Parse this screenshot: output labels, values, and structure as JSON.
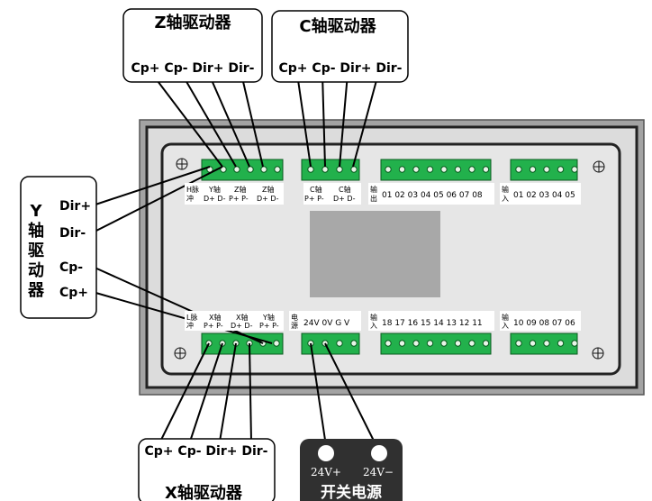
{
  "z_driver": {
    "title": "Z轴驱动器",
    "signals": "Cp+ Cp- Dir+ Dir-"
  },
  "c_driver": {
    "title": "C轴驱动器",
    "signals": "Cp+ Cp- Dir+ Dir-"
  },
  "x_driver": {
    "title": "X轴驱动器",
    "signals": "Cp+ Cp- Dir+ Dir-"
  },
  "y_driver": {
    "title_chars": [
      "Y",
      "轴",
      "驱",
      "动",
      "器"
    ],
    "signals": [
      "Dir+",
      "Dir-",
      "Cp-",
      "Cp+"
    ]
  },
  "power": {
    "plus": "24V+",
    "minus": "24V−",
    "title": "开关电源"
  },
  "top_labels": {
    "pulse_a": "H脉",
    "pulse_b": "冲",
    "y_a": "Y轴",
    "y_b": "D+ D-",
    "z1_a": "Z轴",
    "z1_b": "P+ P-",
    "z2_a": "Z轴",
    "z2_b": "D+ D-",
    "c1_a": "C轴",
    "c1_b": "P+ P-",
    "c2_a": "C轴",
    "c2_b": "D+ D-",
    "out_a": "输",
    "out_b": "出",
    "out_nums": "01 02 03 04 05 06 07 08",
    "in_a": "输",
    "in_b": "入",
    "in_nums": "01 02 03 04 05"
  },
  "bottom_labels": {
    "pulse_a": "L脉",
    "pulse_b": "冲",
    "x1_a": "X轴",
    "x1_b": "P+ P-",
    "x2_a": "X轴",
    "x2_b": "D+ D-",
    "y_a": "Y轴",
    "y_b": "P+ P-",
    "pwr_a": "电",
    "pwr_b": "源",
    "pwr_pins": "24V 0V  G  V",
    "in1_a": "输",
    "in1_b": "入",
    "in1_nums": "18 17 16 15 14 13 12 11",
    "in2_a": "输",
    "in2_b": "入",
    "in2_nums": "10 09 08 07 06"
  }
}
